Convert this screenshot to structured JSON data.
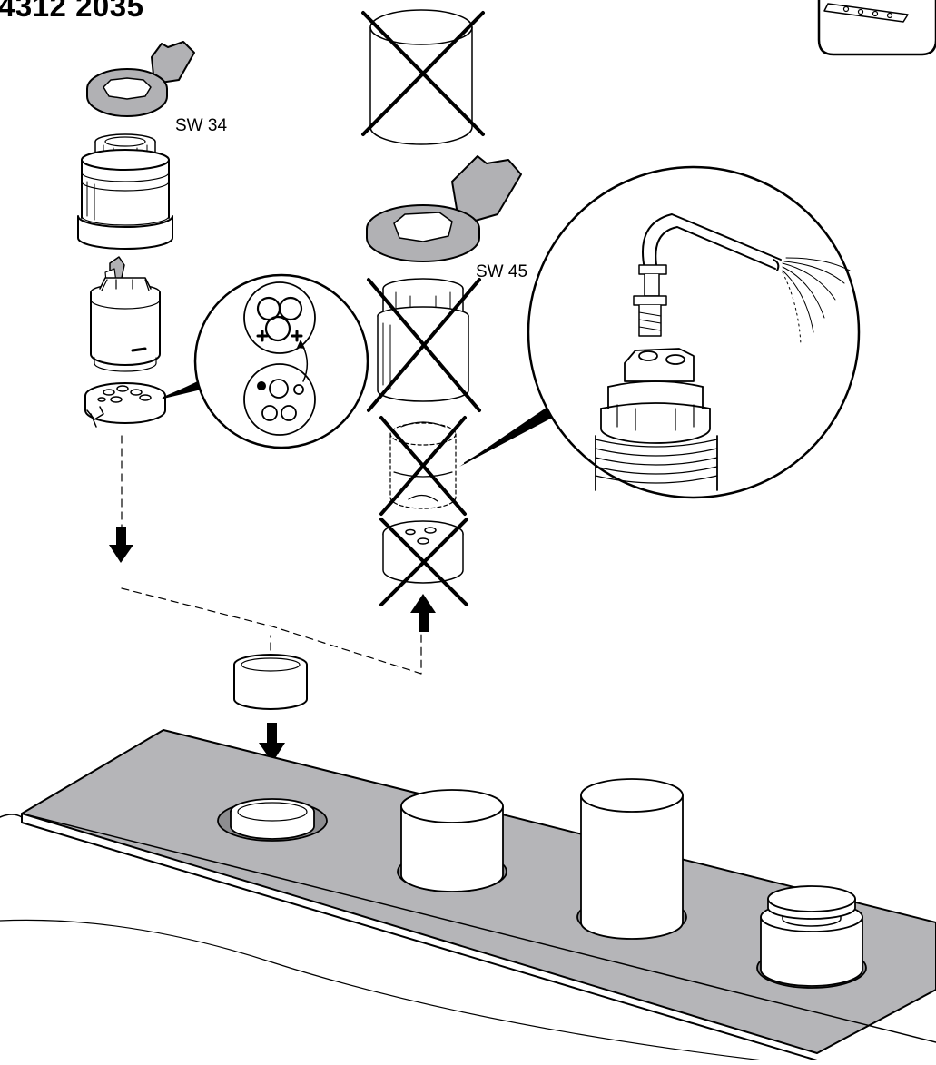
{
  "document": {
    "part_number": "4312 2035",
    "labels": {
      "wrench_small": "SW 34",
      "wrench_large": "SW 45"
    }
  },
  "colors": {
    "line": "#000000",
    "metal": "#b1b1b4",
    "panel": "#b5b5b8",
    "white": "#ffffff"
  },
  "icons": [
    "panel-thumbnail-icon",
    "not-required-cross-icon",
    "arrow-down-icon",
    "arrow-up-icon",
    "water-spray-icon"
  ]
}
